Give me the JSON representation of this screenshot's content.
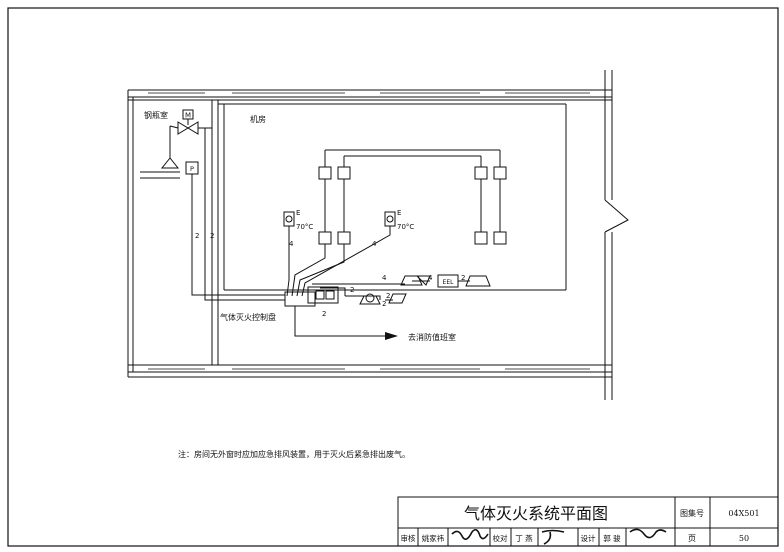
{
  "labels": {
    "cylinder_room": "钢瓶室",
    "machine_room": "机房",
    "control_panel": "气体灭火控制盘",
    "to_fire_room": "去消防值班室",
    "note": "注：房间无外窗时应加应急排风装置，用于灭火后紧急排出废气。",
    "temp_1": "70°C",
    "temp_2": "70°C",
    "e_1": "E",
    "e_2": "E",
    "valve_m": "M",
    "pressure_p": "P",
    "eel": "EEL"
  },
  "wire_counts": {
    "left_a": "2",
    "left_b": "2",
    "mid_a": "4",
    "mid_b": "4",
    "under_panel": "2",
    "right_a": "2",
    "right_b": "2",
    "bus_a": "4",
    "bus_b": "4",
    "bus_c": "2",
    "bus_d": "2"
  },
  "title_block": {
    "title": "气体灭火系统平面图",
    "atlas_label": "图集号",
    "atlas_no": "04X501",
    "page_label": "页",
    "page_no": "50",
    "review_label": "审核",
    "review_name": "姚家祎",
    "check_label": "校对",
    "check_name": "丁 燕",
    "design_label": "设计",
    "design_name": "郭 骏"
  },
  "colors": {
    "line": "#111111",
    "paper": "#ffffff"
  }
}
